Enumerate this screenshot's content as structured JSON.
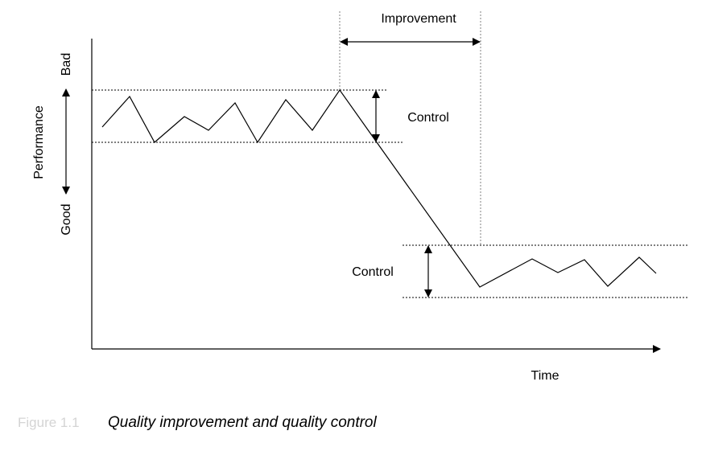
{
  "diagram": {
    "improvement_label": "Improvement",
    "control_upper_label": "Control",
    "control_lower_label": "Control",
    "x_axis_label": "Time",
    "y_axis_label": "Performance",
    "y_axis_top_label": "Bad",
    "y_axis_bottom_label": "Good",
    "line_color": "#000000",
    "guide_color": "#808080"
  },
  "caption": {
    "figure_ref": "Figure 1.1",
    "text": "Quality improvement and quality control"
  }
}
